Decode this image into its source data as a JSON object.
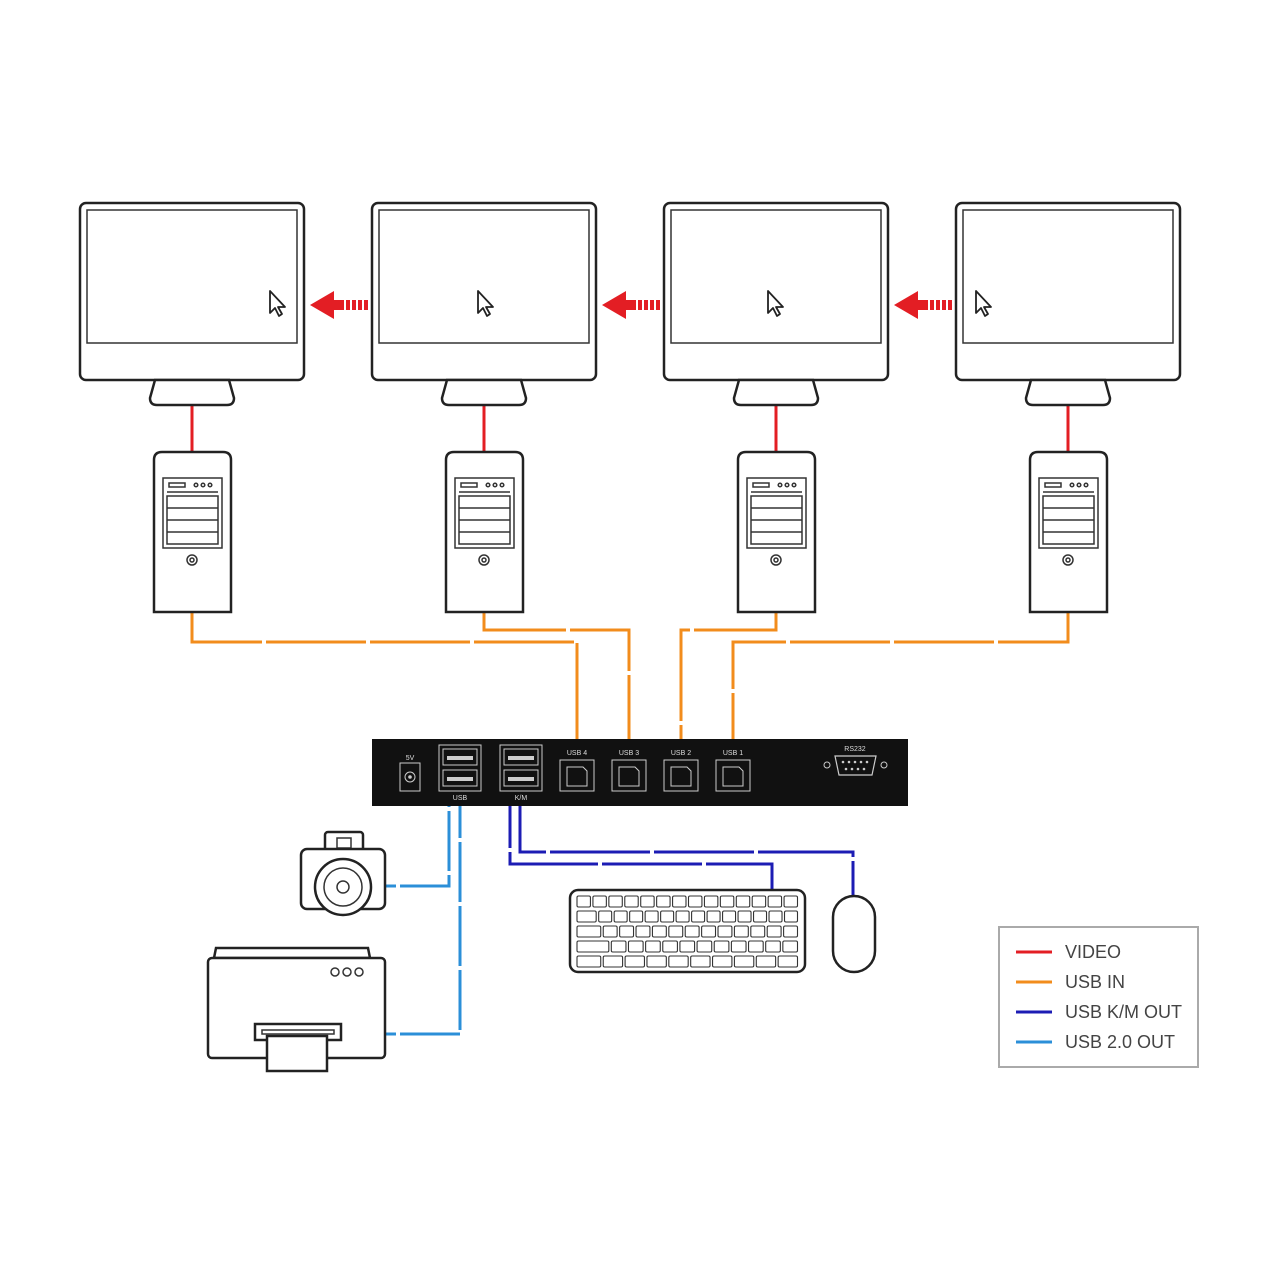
{
  "colors": {
    "video": "#e31e24",
    "usb_in": "#f28c1c",
    "usb_km_out": "#1c1cb4",
    "usb_20_out": "#2b8fd8",
    "device": "#111111",
    "outline": "#222222"
  },
  "kvm": {
    "power_label": "5V",
    "usb_out_label": "USB",
    "km_label": "K/M",
    "usb_in_ports": [
      "USB 4",
      "USB 3",
      "USB 2",
      "USB 1"
    ],
    "serial_label": "RS232"
  },
  "icons": [
    "monitor-icon",
    "computer-tower-icon",
    "cursor-icon",
    "arrow-left-icon",
    "camera-icon",
    "printer-icon",
    "keyboard-icon",
    "mouse-icon"
  ],
  "legend": [
    {
      "label": "VIDEO",
      "color": "#e31e24"
    },
    {
      "label": "USB IN",
      "color": "#f28c1c"
    },
    {
      "label": "USB K/M OUT",
      "color": "#1c1cb4"
    },
    {
      "label": "USB 2.0 OUT",
      "color": "#2b8fd8"
    }
  ]
}
